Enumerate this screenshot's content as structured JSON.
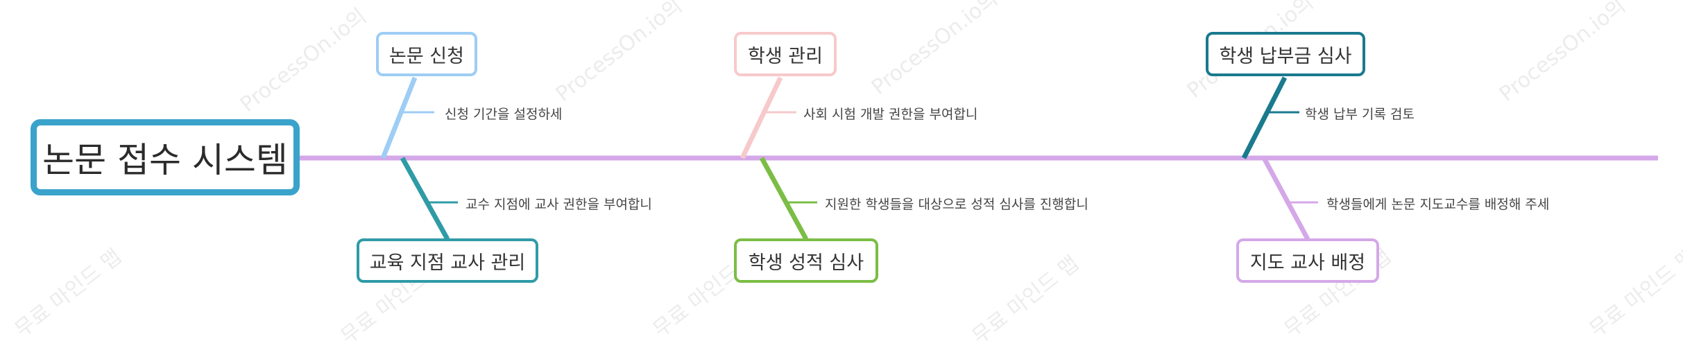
{
  "root": {
    "label": "논문 접수 시스템",
    "color": "#3aa3cc"
  },
  "spine_color": "#d4a8e8",
  "branches": [
    {
      "label": "논문 신청",
      "detail": "신청 기간을 설정하세",
      "color": "#9ecdf5",
      "side": "top"
    },
    {
      "label": "학생 관리",
      "detail": "사회 시험 개발 권한을 부여합니",
      "color": "#f7c9cb",
      "side": "top"
    },
    {
      "label": "학생 납부금 심사",
      "detail": "학생 납부 기록 검토",
      "color": "#1a7a8e",
      "side": "top"
    },
    {
      "label": "교육 지점 교사 관리",
      "detail": "교수 지점에 교사 권한을 부여합니",
      "color": "#2f9ba6",
      "side": "bottom"
    },
    {
      "label": "학생 성적 심사",
      "detail": "지원한 학생들을 대상으로 성적 심사를 진행합니",
      "color": "#7bbd45",
      "side": "bottom"
    },
    {
      "label": "지도 교사 배정",
      "detail": "학생들에게 논문 지도교수를 배정해 주세",
      "color": "#d4a8e8",
      "side": "bottom"
    }
  ],
  "watermarks": [
    "ProcessOn.io의",
    "무료 마인드 맵"
  ]
}
